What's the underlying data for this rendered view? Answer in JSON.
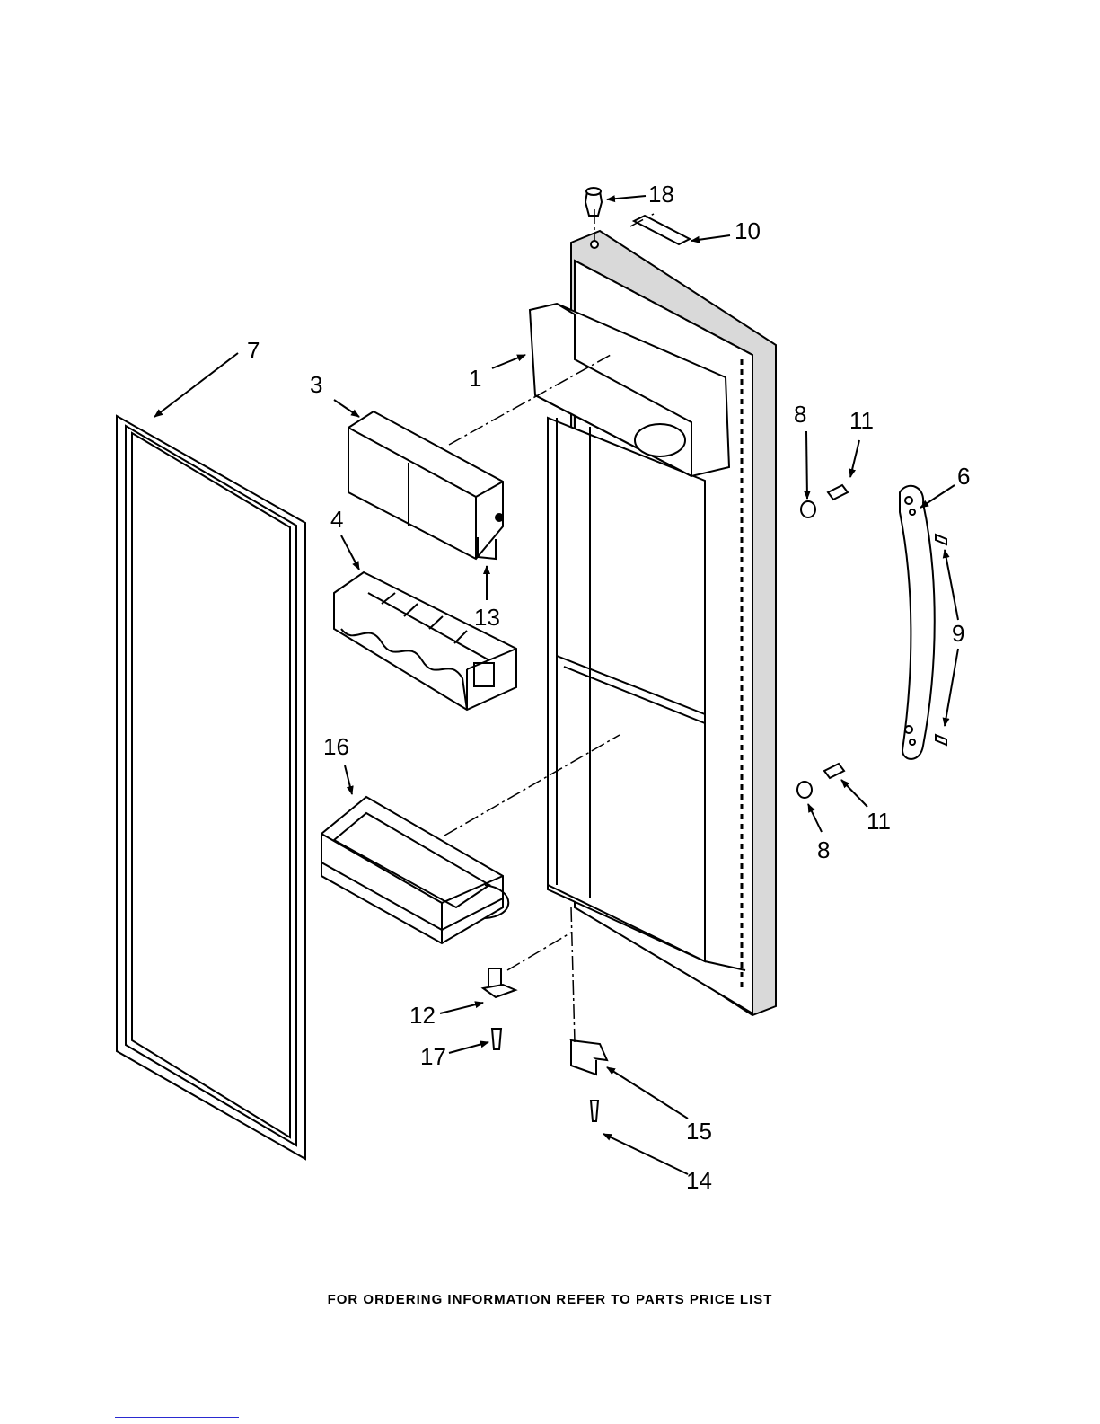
{
  "diagram": {
    "callouts": [
      "1",
      "3",
      "4",
      "6",
      "7",
      "8",
      "8",
      "9",
      "10",
      "11",
      "11",
      "12",
      "13",
      "14",
      "15",
      "16",
      "17",
      "18"
    ],
    "footer": "FOR ORDERING INFORMATION REFER TO PARTS PRICE LIST"
  },
  "colors": {
    "line": "#000000",
    "part_fill": "#ffffff",
    "shade": "#d9d9d9",
    "dark": "#555555"
  }
}
